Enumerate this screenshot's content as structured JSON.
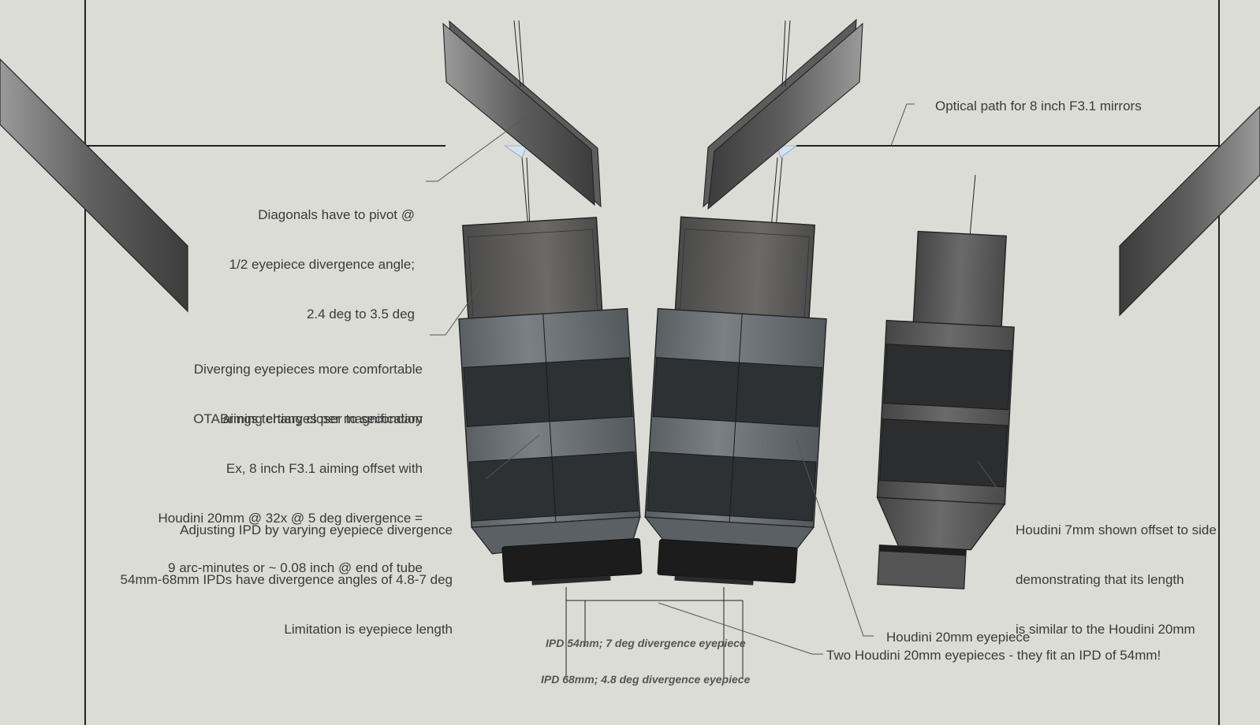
{
  "notes": {
    "optical_path": "Optical path for 8 inch F3.1 mirrors",
    "diagonals": [
      "Diagonals have to pivot @",
      "1/2 eyepiece divergence angle;",
      "2.4 deg to 3.5 deg"
    ],
    "diverging": [
      "Diverging eyepieces more comfortable",
      "Brings tertiary closer to secondary"
    ],
    "ota": [
      "OTA aiming changes per magnification",
      "Ex, 8 inch F3.1 aiming offset with",
      "Houdini 20mm @ 32x @ 5 deg divergence =",
      "9 arc-minutes or ~ 0.08 inch @ end of tube"
    ],
    "ipd_adjust": [
      "Adjusting IPD by varying eyepiece divergence",
      "54mm-68mm IPDs have divergence angles of 4.8-7 deg",
      "Limitation is eyepiece length"
    ],
    "houdini7": [
      "Houdini 7mm shown offset to side",
      "demonstrating that its length",
      "is similar to the Houdini 20mm"
    ],
    "houdini20": "Houdini 20mm eyepiece",
    "two_houdini": "Two Houdini 20mm eyepieces - they fit an IPD of 54mm!",
    "ipd54": "IPD 54mm; 7 deg divergence eyepiece",
    "ipd68": "IPD 68mm; 4.8 deg divergence eyepiece"
  },
  "colors": {
    "background": "#dcdcd6",
    "barrel": "#6e7276",
    "band_dark": "#2a2e31",
    "band_light": "#8a8f93",
    "mirror": "#6c6c6c",
    "base": "#1c1c1c"
  }
}
